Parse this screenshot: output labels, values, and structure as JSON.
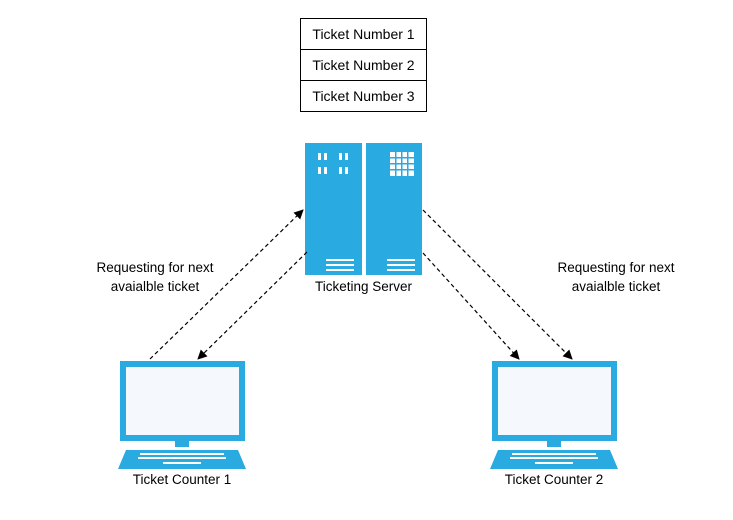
{
  "tickets": [
    "Ticket Number 1",
    "Ticket Number 2",
    "Ticket Number 3"
  ],
  "server": {
    "label": "Ticketing Server"
  },
  "left_request": {
    "line1": "Requesting for next",
    "line2": "avaialble ticket"
  },
  "right_request": {
    "line1": "Requesting for next",
    "line2": "avaialble ticket"
  },
  "counters": [
    {
      "label": "Ticket Counter 1"
    },
    {
      "label": "Ticket Counter 2"
    }
  ],
  "colors": {
    "device": "#29aae1",
    "screen": "#f5f8fd",
    "stroke": "#000000"
  }
}
